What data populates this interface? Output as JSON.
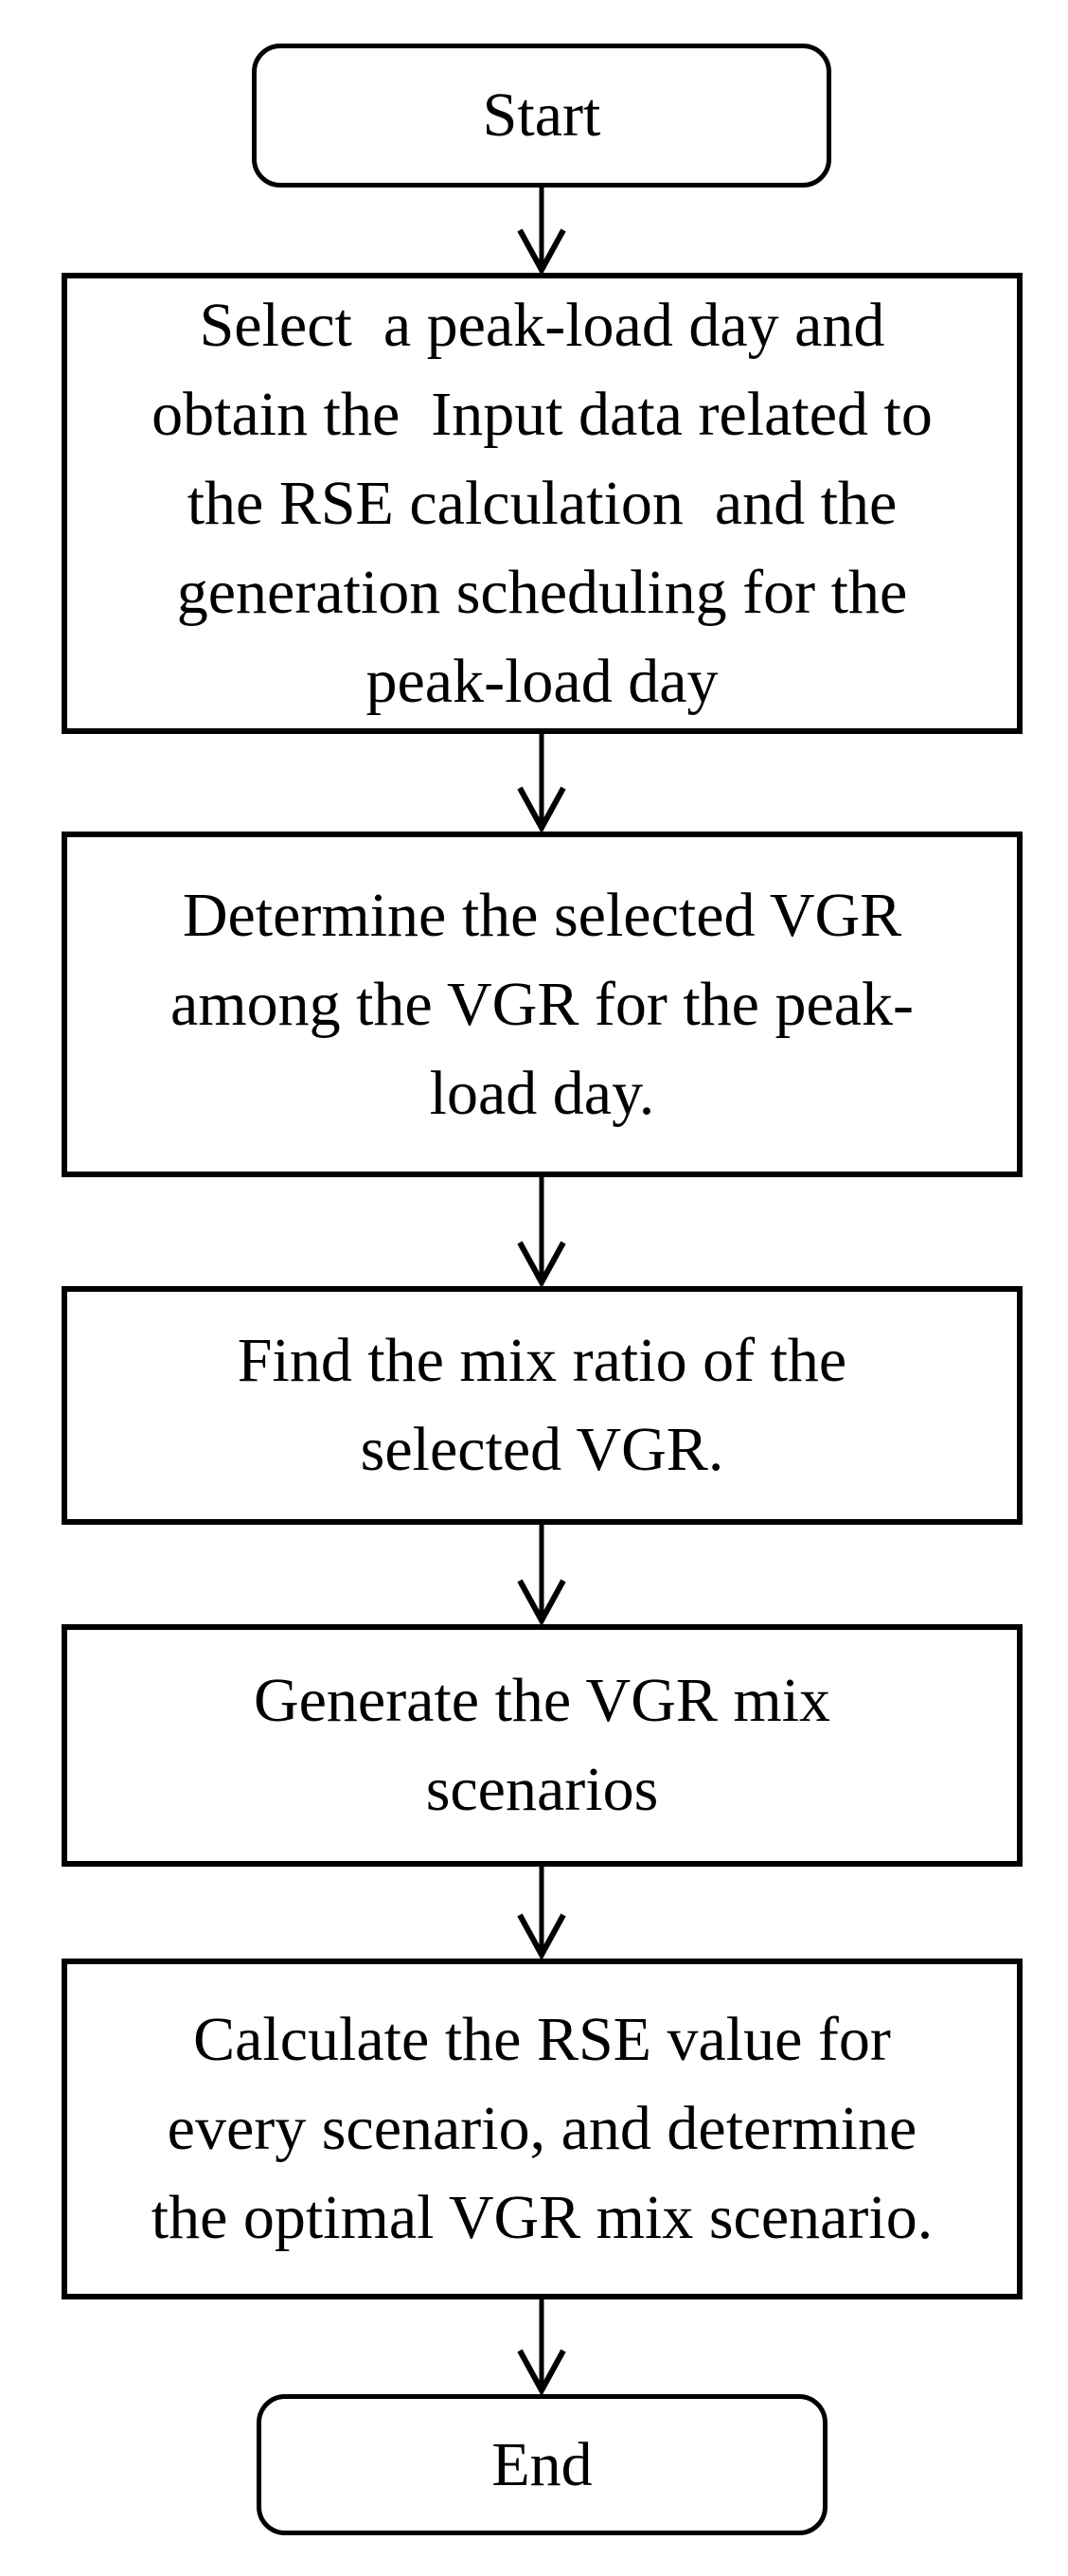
{
  "flowchart": {
    "type": "flowchart",
    "direction": "top-down",
    "colors": {
      "stroke": "#000000",
      "fill": "#ffffff",
      "text": "#000000",
      "background": "#ffffff"
    },
    "nodes": [
      {
        "id": "start",
        "type": "terminator",
        "label": "Start"
      },
      {
        "id": "step1",
        "type": "process",
        "label": "Select  a peak-load day and\nobtain the  Input data related to\nthe RSE calculation  and the\ngeneration scheduling for the\npeak-load day"
      },
      {
        "id": "step2",
        "type": "process",
        "label": "Determine the selected VGR\namong the VGR for the peak-\nload day."
      },
      {
        "id": "step3",
        "type": "process",
        "label": "Find the mix ratio of the\nselected VGR."
      },
      {
        "id": "step4",
        "type": "process",
        "label": "Generate the VGR mix\nscenarios"
      },
      {
        "id": "step5",
        "type": "process",
        "label": "Calculate the RSE value for\nevery scenario, and determine\nthe optimal VGR mix scenario."
      },
      {
        "id": "end",
        "type": "terminator",
        "label": "End"
      }
    ],
    "edges": [
      {
        "from": "start",
        "to": "step1"
      },
      {
        "from": "step1",
        "to": "step2"
      },
      {
        "from": "step2",
        "to": "step3"
      },
      {
        "from": "step3",
        "to": "step4"
      },
      {
        "from": "step4",
        "to": "step5"
      },
      {
        "from": "step5",
        "to": "end"
      }
    ]
  }
}
